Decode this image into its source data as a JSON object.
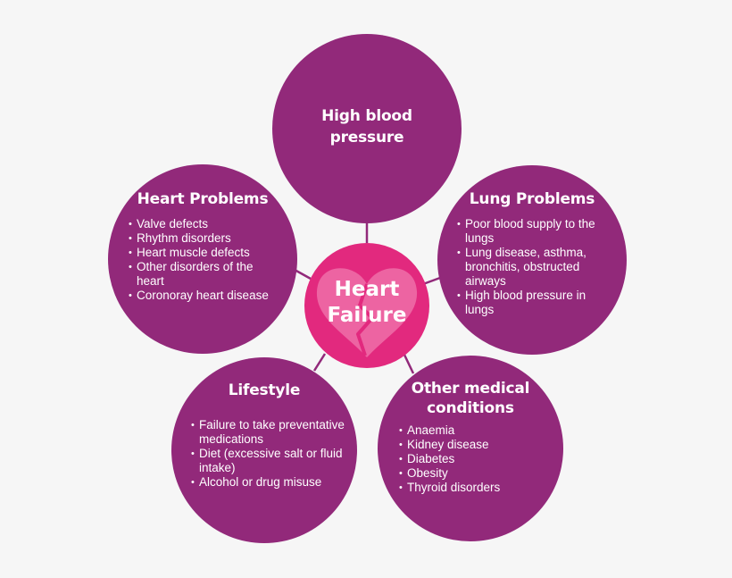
{
  "colors": {
    "background": "#f6f6f6",
    "circle_fill": "#92297a",
    "center_fill": "#e2297e",
    "heart_fill": "#ef6fa8",
    "connector": "#92297a",
    "text": "#ffffff"
  },
  "center": {
    "line1": "Heart",
    "line2": "Failure",
    "icon": "broken-heart-icon"
  },
  "nodes": {
    "high_blood_pressure": {
      "title": "High blood pressure",
      "items": []
    },
    "heart_problems": {
      "title": "Heart Problems",
      "items": [
        "Valve defects",
        "Rhythm disorders",
        "Heart muscle defects",
        "Other disorders of the heart",
        "Coronoray heart disease"
      ]
    },
    "lung_problems": {
      "title": "Lung Problems",
      "items": [
        "Poor blood supply to the lungs",
        "Lung disease, asthma, bronchitis, obstructed airways",
        "High blood pressure in lungs"
      ]
    },
    "lifestyle": {
      "title": "Lifestyle",
      "items": [
        "Failure to take preventative medications",
        "Diet (excessive salt or fluid intake)",
        "Alcohol or drug misuse"
      ]
    },
    "other_medical": {
      "title": "Other medical conditions",
      "items": [
        "Anaemia",
        "Kidney disease",
        "Diabetes",
        "Obesity",
        "Thyroid disorders"
      ]
    }
  }
}
